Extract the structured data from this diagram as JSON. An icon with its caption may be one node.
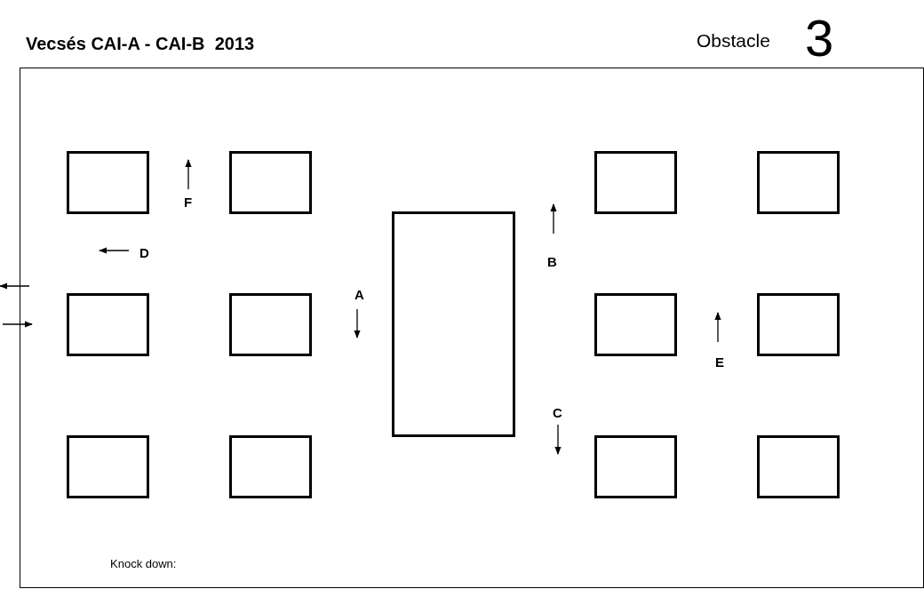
{
  "diagram": {
    "title": "Vecsés CAI-A - CAI-B  2013",
    "nodes": [
      {
        "text": [],
        "shape": "box"
      },
      {
        "text": [],
        "shape": "box",
        "in": 0
      },
      {
        "text": [],
        "shape": "box",
        "in": 0
      },
      {
        "text": [],
        "shape": "box",
        "in": 0
      },
      {
        "text": [],
        "shape": "box",
        "in": 0
      },
      {
        "text": [],
        "shape": "box",
        "in": 0
      },
      {
        "text": [],
        "shape": "box",
        "in": 0
      },
      {
        "text": [],
        "shape": "box",
        "in": 0
      },
      {
        "text": [],
        "shape": "box",
        "in": 0
      },
      {
        "text": [],
        "shape": "box",
        "in": 0
      },
      {
        "text": [],
        "shape": "box",
        "in": 0
      },
      {
        "text": [],
        "shape": "box",
        "in": 0
      },
      {
        "text": [],
        "shape": "box",
        "in": 0
      },
      {
        "text": [],
        "shape": "box",
        "in": 0
      }
    ],
    "labels": [
      "Obstacle",
      "3",
      "F",
      "D",
      "A",
      "B",
      "E",
      "C",
      "Knock down:"
    ]
  }
}
